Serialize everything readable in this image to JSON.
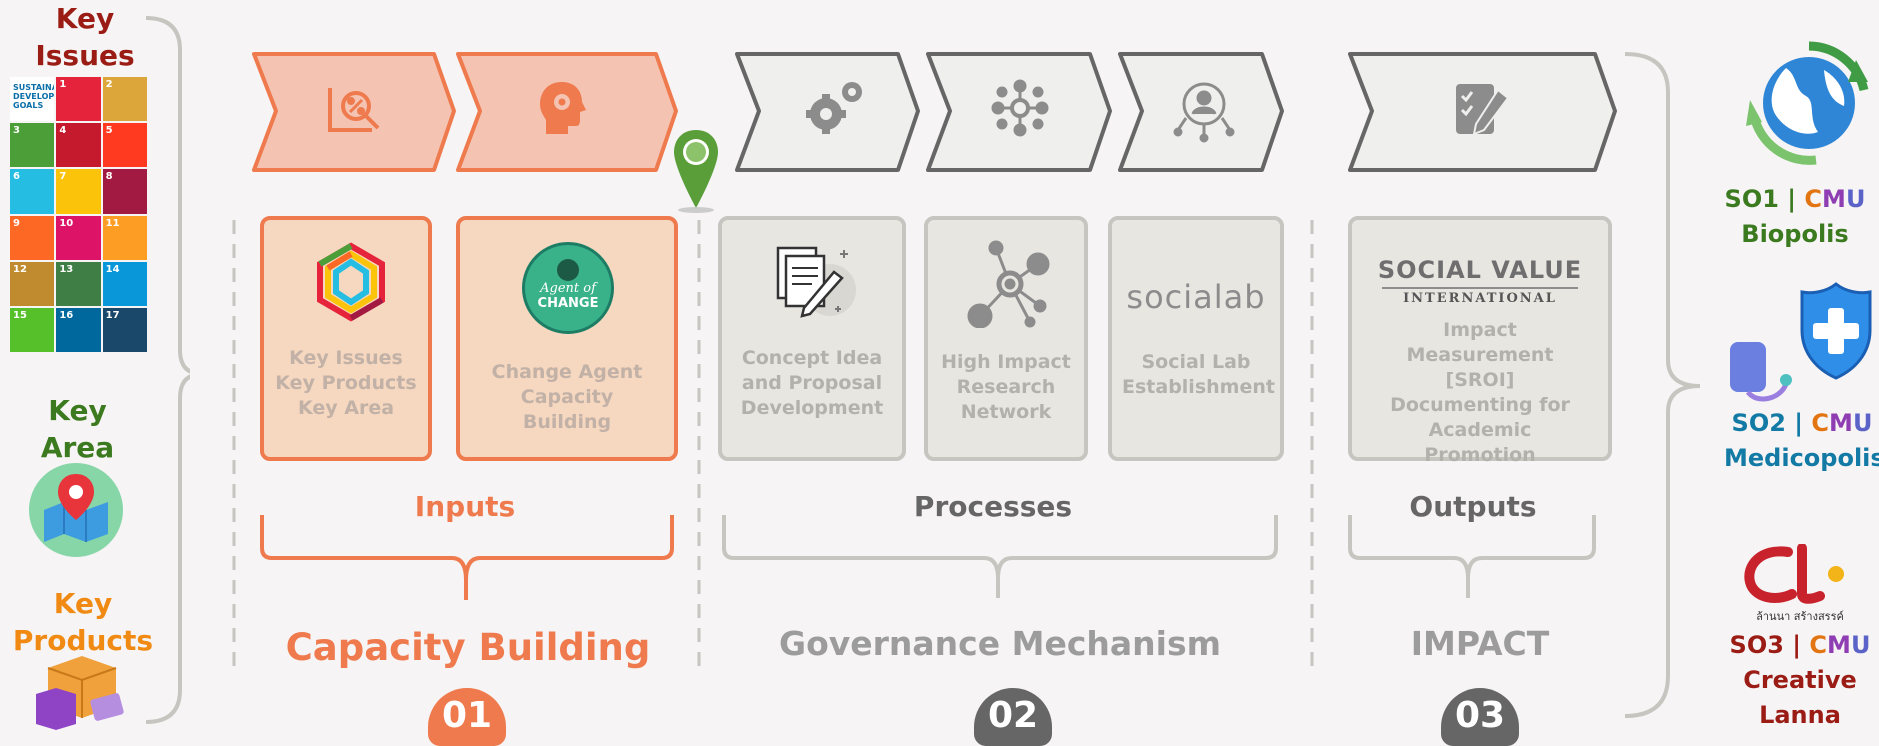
{
  "left": {
    "key_issues": "Key Issues",
    "sdg_logo_text": "SUSTAINABLE DEVELOPMENT GOALS",
    "sdg_tiles": [
      "1",
      "2",
      "3",
      "4",
      "5",
      "6",
      "7",
      "8",
      "9",
      "10",
      "11",
      "12",
      "13",
      "14",
      "15",
      "16",
      "17"
    ],
    "sdg_colors": [
      "#e5243b",
      "#dda63a",
      "#4c9f38",
      "#c5192d",
      "#ff3a21",
      "#26bde2",
      "#fcc30b",
      "#a21942",
      "#fd6925",
      "#dd1367",
      "#fd9d24",
      "#bf8b2e",
      "#3f7e44",
      "#0a97d9",
      "#56c02b",
      "#00689d",
      "#19486a"
    ],
    "key_area": "Key Area",
    "key_products": "Key Products"
  },
  "steps": {
    "inputs": [
      {
        "icon": "analysis-icon",
        "card_icon": "hexagon-rings-icon",
        "text": "Key Issues Key Products Key Area"
      },
      {
        "icon": "head-gear-icon",
        "card_icon": "agent-of-change-badge",
        "badge_line1": "Agent of",
        "badge_line2": "CHANGE",
        "text": "Change Agent Capacity Building"
      }
    ],
    "processes": [
      {
        "icon": "gears-icon",
        "card_icon": "documents-icon",
        "text": "Concept Idea and Proposal Development"
      },
      {
        "icon": "network-icon",
        "card_icon": "network-nodes-icon",
        "text": "High Impact Research Network"
      },
      {
        "icon": "person-network-icon",
        "card_icon": "sociallab-logo",
        "logo_text": "socialab",
        "text": "Social Lab Establishment"
      }
    ],
    "outputs": [
      {
        "icon": "checklist-pen-icon",
        "card_icon": "social-value-logo",
        "logo_line1": "SOCIAL VALUE",
        "logo_line2": "INTERNATIONAL",
        "text": "Impact Measurement [SROI] Documenting for Academic Promotion"
      }
    ]
  },
  "sections": {
    "inputs": "Inputs",
    "processes": "Processes",
    "outputs": "Outputs"
  },
  "phases": [
    {
      "title": "Capacity Building",
      "number": "01"
    },
    {
      "title": "Governance Mechanism",
      "number": "02"
    },
    {
      "title": "IMPACT",
      "number": "03"
    }
  ],
  "so": [
    {
      "code": "SO1 | ",
      "cmu": "CMU",
      "name": "Biopolis"
    },
    {
      "code": "SO2 | ",
      "cmu": "CMU",
      "name": "Medicopolis"
    },
    {
      "code": "SO3 | ",
      "cmu": "CMU",
      "name_line1": "Creative",
      "name_line2": "Lanna",
      "logo_text": "ล้านนา สร้างสรรค์"
    }
  ],
  "colors": {
    "orange": "#ee7a4d",
    "gray": "#6b6b6b",
    "red": "#9a1c14",
    "green": "#3c7a20",
    "orange_text": "#f08a12",
    "teal": "#127aa5",
    "cmu_c": "#e27412",
    "cmu_m": "#8e3db3",
    "cmu_u": "#5b63c9"
  }
}
